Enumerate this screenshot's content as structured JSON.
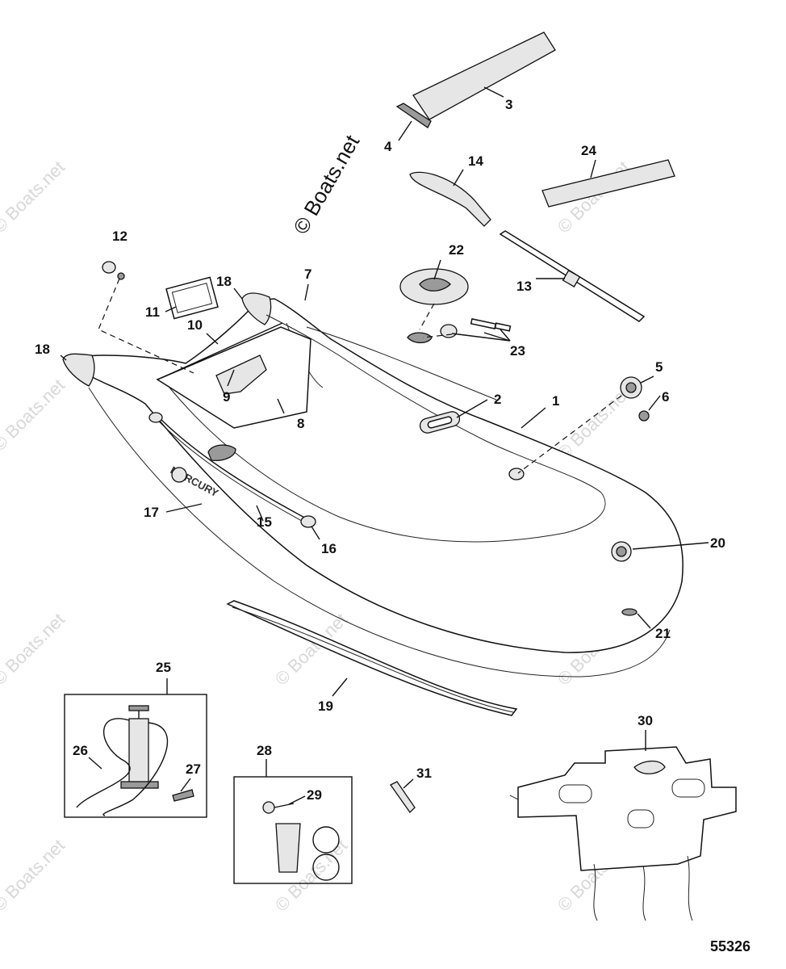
{
  "copyright": "© Boats.net",
  "watermark": "© Boats.net",
  "drawing_number": "55326",
  "brand_mark": "MERCURY",
  "callouts": [
    {
      "id": "1",
      "label": "1"
    },
    {
      "id": "2",
      "label": "2"
    },
    {
      "id": "3",
      "label": "3"
    },
    {
      "id": "4",
      "label": "4"
    },
    {
      "id": "5",
      "label": "5"
    },
    {
      "id": "6",
      "label": "6"
    },
    {
      "id": "7",
      "label": "7"
    },
    {
      "id": "8",
      "label": "8"
    },
    {
      "id": "9",
      "label": "9"
    },
    {
      "id": "10",
      "label": "10"
    },
    {
      "id": "11",
      "label": "11"
    },
    {
      "id": "12",
      "label": "12"
    },
    {
      "id": "13",
      "label": "13"
    },
    {
      "id": "14",
      "label": "14"
    },
    {
      "id": "15",
      "label": "15"
    },
    {
      "id": "16",
      "label": "16"
    },
    {
      "id": "17",
      "label": "17"
    },
    {
      "id": "18a",
      "label": "18"
    },
    {
      "id": "18b",
      "label": "18"
    },
    {
      "id": "19",
      "label": "19"
    },
    {
      "id": "20",
      "label": "20"
    },
    {
      "id": "21",
      "label": "21"
    },
    {
      "id": "22",
      "label": "22"
    },
    {
      "id": "23",
      "label": "23"
    },
    {
      "id": "24",
      "label": "24"
    },
    {
      "id": "25",
      "label": "25"
    },
    {
      "id": "26",
      "label": "26"
    },
    {
      "id": "27",
      "label": "27"
    },
    {
      "id": "28",
      "label": "28"
    },
    {
      "id": "29",
      "label": "29"
    },
    {
      "id": "30",
      "label": "30"
    },
    {
      "id": "31",
      "label": "31"
    }
  ]
}
